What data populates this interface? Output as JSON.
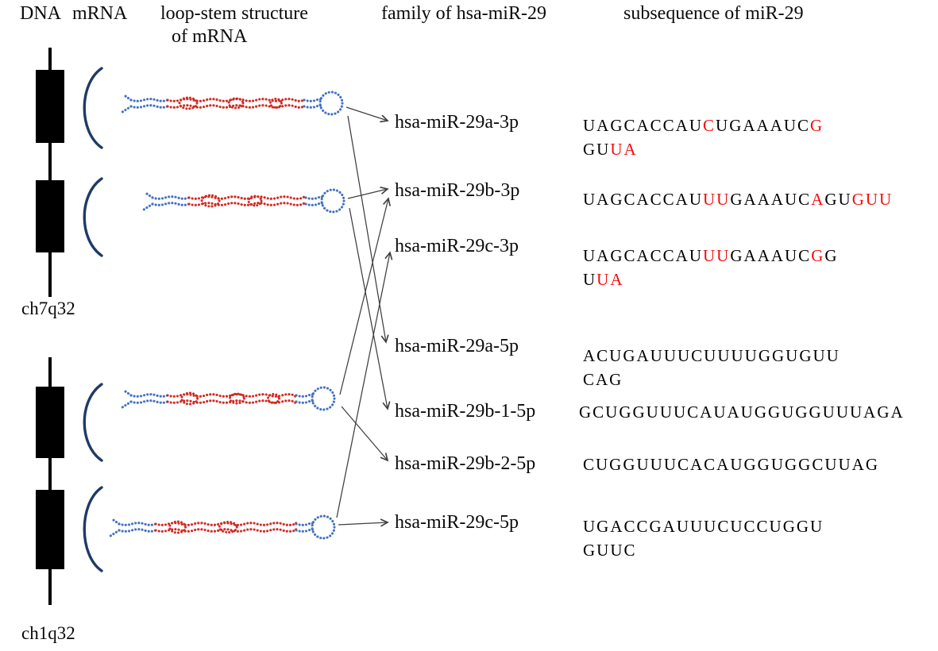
{
  "headers": {
    "dna": "DNA",
    "mrna": "mRNA",
    "loop_stem_line1": "loop-stem structure",
    "loop_stem_line2": "of mRNA",
    "family": "family of hsa-miR-29",
    "subsequence": "subsequence of miR-29"
  },
  "chromosome_labels": {
    "first": "ch7q32",
    "second": "ch1q32"
  },
  "colors": {
    "sequence_red": "#f20d0d",
    "sequence_black": "#000000",
    "stem_red": "#d42a22",
    "stem_blue": "#4472c4",
    "brace_blue": "#1f3b66",
    "arrow_black": "#3f3f3f"
  },
  "entries": [
    {
      "name": "hsa-miR-29a-3p",
      "seq": [
        [
          {
            "t": "UAGCACCAU",
            "c": "k"
          },
          {
            "t": "C",
            "c": "r"
          },
          {
            "t": "UGAAAUC",
            "c": "k"
          },
          {
            "t": "G",
            "c": "r"
          }
        ],
        [
          {
            "t": "GU",
            "c": "k"
          },
          {
            "t": "UA",
            "c": "r"
          }
        ]
      ]
    },
    {
      "name": "hsa-miR-29b-3p",
      "seq": [
        [
          {
            "t": "UAGCACCAU",
            "c": "k"
          },
          {
            "t": "UU",
            "c": "r"
          },
          {
            "t": "GAAAUC",
            "c": "k"
          },
          {
            "t": "A",
            "c": "r"
          },
          {
            "t": "GU",
            "c": "k"
          },
          {
            "t": "GUU",
            "c": "r"
          }
        ]
      ]
    },
    {
      "name": "hsa-miR-29c-3p",
      "seq": [
        [
          {
            "t": "UAGCACCAU",
            "c": "k"
          },
          {
            "t": "UU",
            "c": "r"
          },
          {
            "t": "GAAAUC",
            "c": "k"
          },
          {
            "t": "G",
            "c": "r"
          },
          {
            "t": "G",
            "c": "k"
          }
        ],
        [
          {
            "t": "U",
            "c": "k"
          },
          {
            "t": "UA",
            "c": "r"
          }
        ]
      ]
    },
    {
      "name": "hsa-miR-29a-5p",
      "seq": [
        [
          {
            "t": "ACUGAUUUCUUUUGGUGUU",
            "c": "k"
          }
        ],
        [
          {
            "t": "CAG",
            "c": "k"
          }
        ]
      ]
    },
    {
      "name": "hsa-miR-29b-1-5p",
      "seq": [
        [
          {
            "t": "GCUGGUUUCAUAUGGUGGUUUAGA",
            "c": "k"
          }
        ]
      ]
    },
    {
      "name": "hsa-miR-29b-2-5p",
      "seq": [
        [
          {
            "t": "CUGGUUUCACAUGGUGGCUUAG",
            "c": "k"
          }
        ]
      ]
    },
    {
      "name": "hsa-miR-29c-5p",
      "seq": [
        [
          {
            "t": "UGACCGAUUUCUCCUGGU",
            "c": "k"
          }
        ],
        [
          {
            "t": "GUUC",
            "c": "k"
          }
        ]
      ]
    }
  ]
}
